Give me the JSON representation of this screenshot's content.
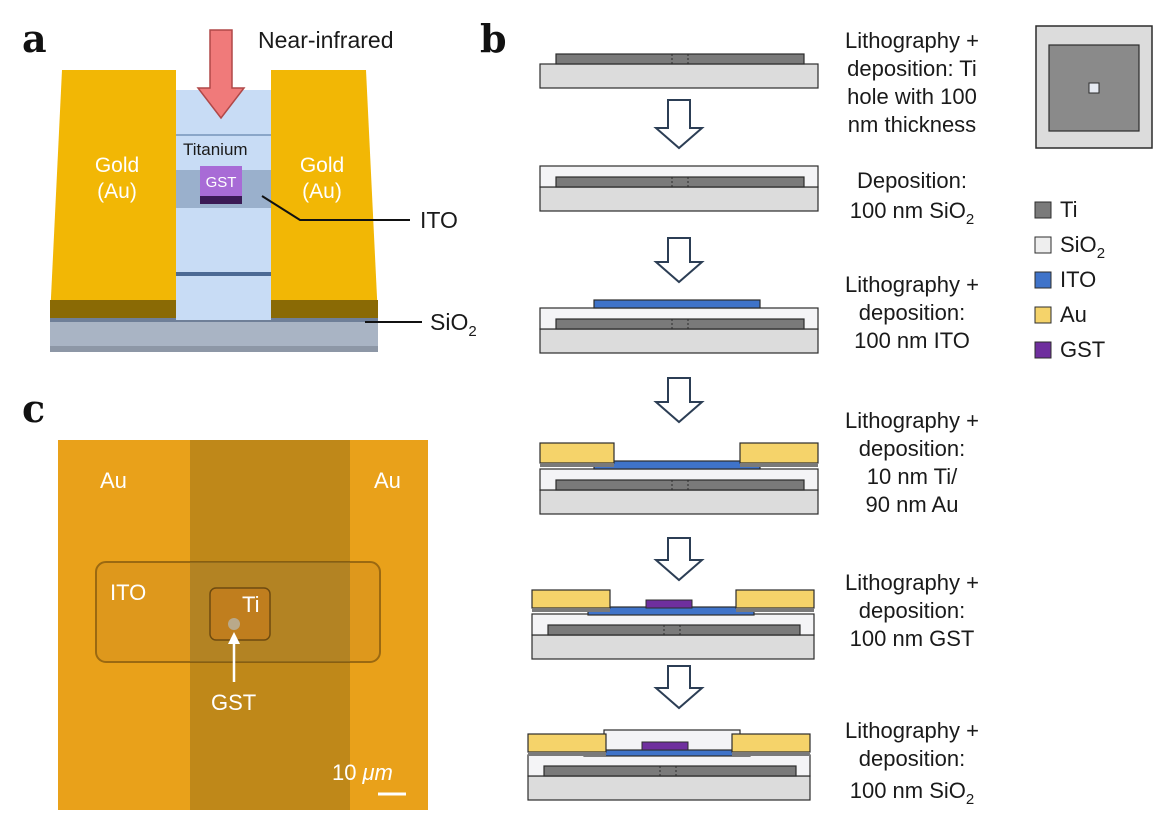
{
  "panel_a": {
    "letter": "a",
    "arrow_label": "Near-infrared",
    "titanium": "Titanium",
    "gst": "GST",
    "gold_left_1": "Gold",
    "gold_left_2": "(Au)",
    "gold_right_1": "Gold",
    "gold_right_2": "(Au)",
    "ito": "ITO",
    "sio2_main": "SiO",
    "sio2_sub": "2"
  },
  "panel_b": {
    "letter": "b",
    "steps": [
      {
        "lines": [
          "Lithography +",
          "deposition: Ti",
          "hole with 100",
          "nm thickness"
        ]
      },
      {
        "lines": [
          "Deposition:",
          "100 nm SiO"
        ],
        "sub": "2"
      },
      {
        "lines": [
          "Lithography +",
          "deposition:",
          "100 nm ITO"
        ]
      },
      {
        "lines": [
          "Lithography +",
          "deposition:",
          "10 nm Ti/",
          "90 nm Au"
        ]
      },
      {
        "lines": [
          "Lithography +",
          "deposition:",
          "100 nm GST"
        ]
      },
      {
        "lines": [
          "Lithography +",
          "deposition:",
          "100 nm SiO"
        ],
        "sub": "2"
      }
    ],
    "legend": [
      {
        "label": "Ti",
        "color": "#7a7a7a"
      },
      {
        "label": "SiO",
        "sub": "2",
        "color": "#eeeeee"
      },
      {
        "label": "ITO",
        "color": "#3f73c9"
      },
      {
        "label": "Au",
        "color": "#f5d36a"
      },
      {
        "label": "GST",
        "color": "#6f2f9e"
      }
    ]
  },
  "panel_c": {
    "letter": "c",
    "au_left": "Au",
    "au_right": "Au",
    "ito": "ITO",
    "ti": "Ti",
    "gst": "GST",
    "scale_num": "10",
    "scale_unit": "μm"
  },
  "colors": {
    "gold": "#f2b705",
    "gold_dark": "#8a6a05",
    "ti": "#7a7a7a",
    "sio2": "#eeeeee",
    "ito": "#3f73c9",
    "au": "#f5d36a",
    "gst": "#6f2f9e",
    "arrow": "#f07a7a",
    "micro_bg": "#e9a11a"
  }
}
